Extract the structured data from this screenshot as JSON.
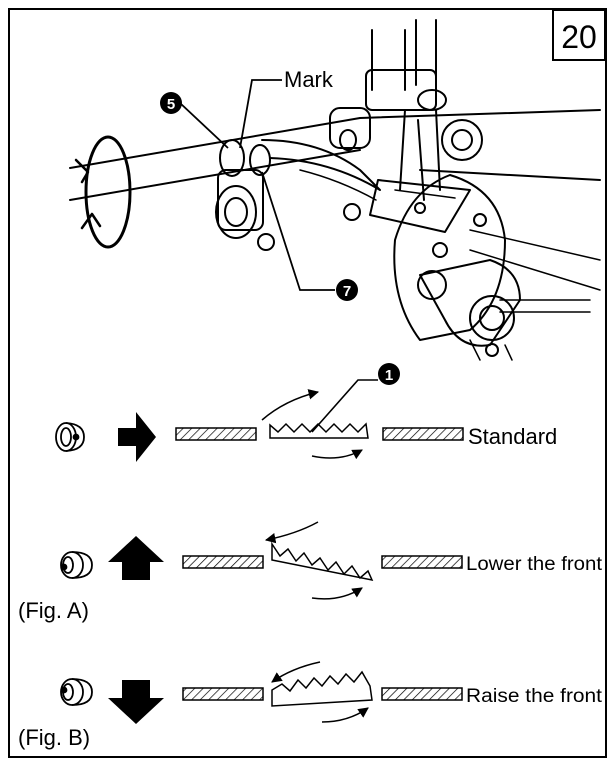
{
  "figure_number": "20",
  "callouts": {
    "mark": "Mark",
    "part_5": "5",
    "part_7": "7",
    "part_1": "1"
  },
  "rows": [
    {
      "arrow": "right",
      "label": "Standard",
      "fig": ""
    },
    {
      "arrow": "up",
      "label": "Lower the front",
      "fig": "(Fig. A)"
    },
    {
      "arrow": "down",
      "label": "Raise the front",
      "fig": "(Fig. B)"
    }
  ],
  "colors": {
    "ink": "#000000",
    "paper": "#ffffff"
  }
}
